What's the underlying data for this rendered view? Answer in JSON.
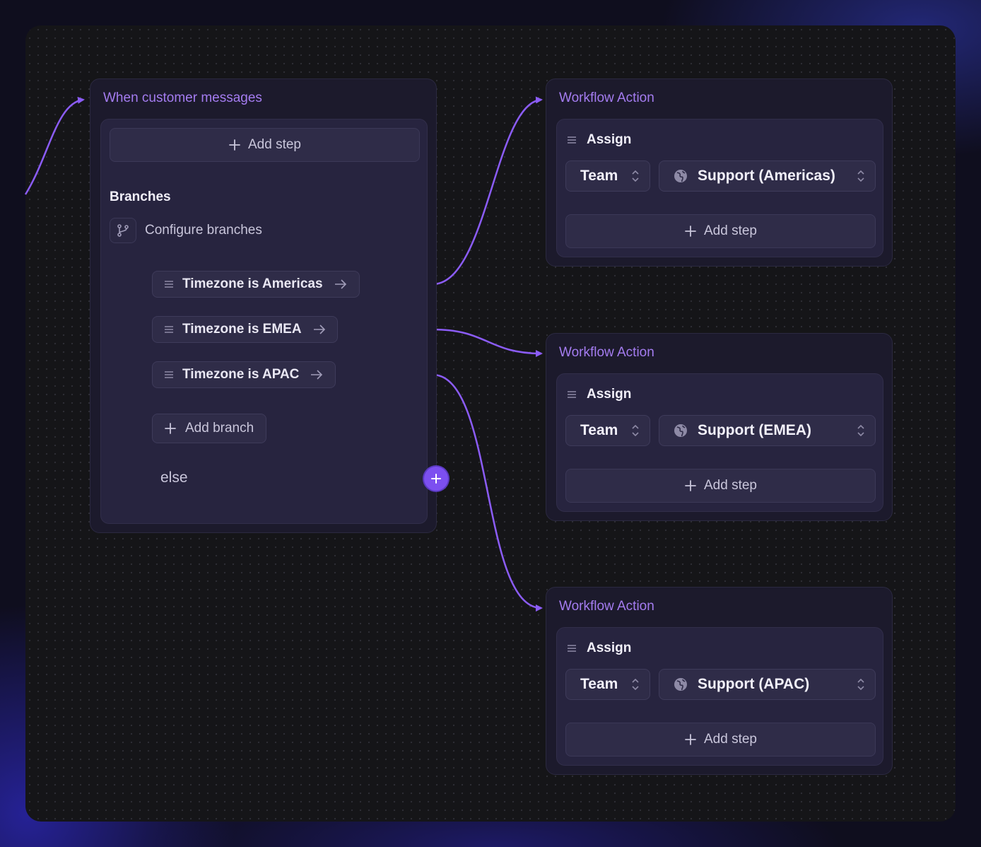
{
  "colors": {
    "accent": "#8b5cf6",
    "wire": "#8b5cf6",
    "node_title": "#a47cf0",
    "canvas": "#151518"
  },
  "trigger_node": {
    "title": "When customer messages",
    "add_step_label": "Add step",
    "branches_heading": "Branches",
    "configure_label": "Configure branches",
    "branches": [
      {
        "label": "Timezone is Americas"
      },
      {
        "label": "Timezone is EMEA"
      },
      {
        "label": "Timezone is APAC"
      }
    ],
    "add_branch_label": "Add branch",
    "else_label": "else"
  },
  "actions": [
    {
      "title": "Workflow Action",
      "assign_label": "Assign",
      "type_value": "Team",
      "target_value": "Support (Americas)",
      "add_step_label": "Add step"
    },
    {
      "title": "Workflow Action",
      "assign_label": "Assign",
      "type_value": "Team",
      "target_value": "Support (EMEA)",
      "add_step_label": "Add step"
    },
    {
      "title": "Workflow Action",
      "assign_label": "Assign",
      "type_value": "Team",
      "target_value": "Support (APAC)",
      "add_step_label": "Add step"
    }
  ],
  "icons": {
    "add": "plus-icon",
    "drag": "drag-handle-icon",
    "branch": "git-branch-icon",
    "arrow": "arrow-right-icon",
    "globe": "globe-icon",
    "chevron": "chevron-up-down-icon"
  }
}
